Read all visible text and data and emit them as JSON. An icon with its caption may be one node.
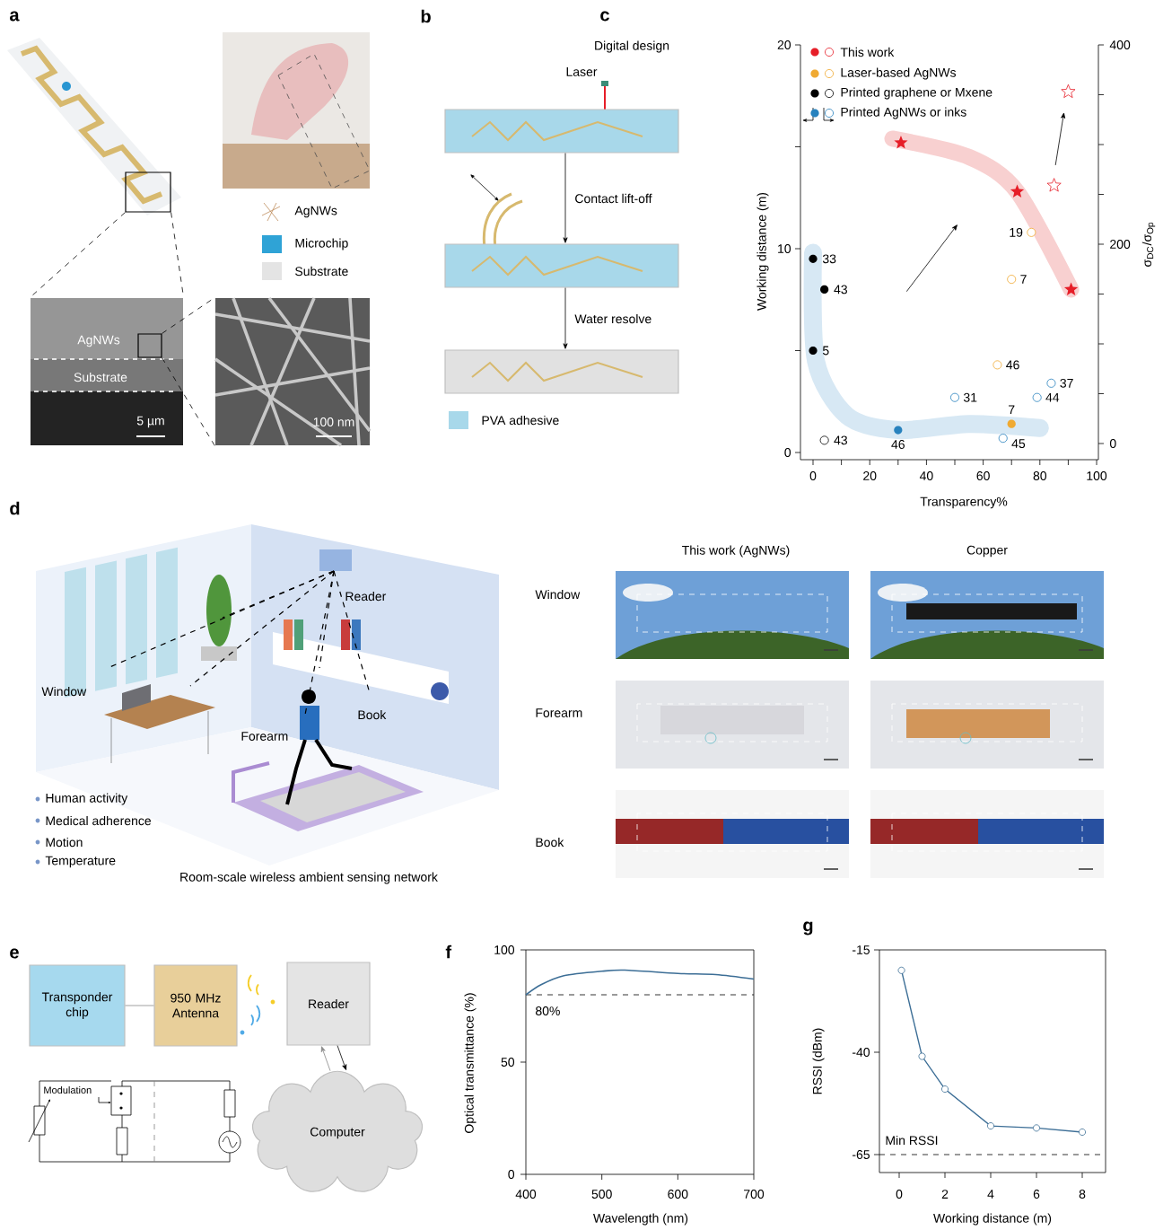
{
  "diagram": {
    "nodes": [
      {
        "text": [],
        "shape": "box"
      },
      {
        "text": [],
        "shape": "picture"
      },
      {
        "text": [],
        "shape": "box",
        "in": 1
      },
      {
        "text": [],
        "shape": "picture"
      },
      {
        "text": [],
        "shape": "picture"
      },
      {
        "text": [],
        "shape": "picture"
      },
      {
        "text": [],
        "shape": "picture"
      },
      {
        "text": [
          "Transponder chip"
        ]
      },
      {
        "text": [
          "950 MHz Antenna"
        ]
      },
      {
        "text": [
          "Reader"
        ]
      },
      {
        "text": [
          "Computer"
        ]
      }
    ],
    "edges": [
      {
        "from": 0,
        "to": 1,
        "arrow": "none",
        "style": "dashed"
      },
      {
        "from": 0,
        "to": 1,
        "arrow": "none",
        "style": "dashed"
      },
      {
        "from": 2,
        "to": 3,
        "arrow": "none",
        "style": "dashed"
      },
      {
        "from": 2,
        "to": 3,
        "arrow": "none",
        "style": "dashed"
      },
      {
        "from": 4,
        "to": 5,
        "arrow": "to",
        "label": "Contact lift-off"
      },
      {
        "from": 5,
        "to": 6,
        "arrow": "to",
        "label": "Water resolve"
      },
      {
        "from": 7,
        "to": 8,
        "arrow": "none",
        "color": "#888888"
      },
      {
        "from": 9,
        "to": 10,
        "arrow": "to"
      },
      {
        "from": 10,
        "to": 9,
        "arrow": "to",
        "color": "#888888"
      }
    ],
    "labels": [
      "a",
      "AgNWs",
      "Substrate",
      "5 µm",
      "100 nm",
      "b",
      "Digital design",
      "Laser",
      "c",
      "20",
      "10",
      "0",
      "400",
      "200",
      "0",
      "0",
      "20",
      "40",
      "60",
      "80",
      "100",
      "Working distance (m)",
      "σ$_{DC}$/σ$_{Op}$",
      "Transparency%",
      "33",
      "43",
      "5",
      "43",
      "46",
      "7",
      "19",
      "7",
      "46",
      "31",
      "37",
      "44",
      "45",
      "d",
      "Reader",
      "Window",
      "Book",
      "Forearm",
      "Human activity",
      "Medical adherence",
      "Motion",
      "Temperature",
      "Room-scale wireless ambient sensing network",
      "This work (AgNWs)",
      "Copper",
      "Window",
      "Forearm",
      "Book",
      "e",
      "Modulation",
      "f",
      "100",
      "50",
      "0",
      "400",
      "500",
      "600",
      "700",
      "Optical transmittance (%)",
      "Wavelength (nm)",
      "80%",
      "g",
      "-15",
      "-40",
      "-65",
      "0",
      "2",
      "4",
      "6",
      "8",
      "RSSI (dBm)",
      "Working distance (m)",
      "Min RSSI"
    ],
    "legend": [
      {
        "text": "AgNWs"
      },
      {
        "text": "Microchip",
        "color": "#2fa3d6"
      },
      {
        "text": "Substrate",
        "color": "#e4e4e4"
      },
      {
        "text": "PVA adhesive",
        "color": "#a8d8ea"
      },
      {
        "text": "This work"
      },
      {
        "text": "Laser-based AgNWs"
      },
      {
        "text": "Printed graphene or Mxene"
      },
      {
        "text": "Printed AgNWs or inks"
      }
    ]
  }
}
